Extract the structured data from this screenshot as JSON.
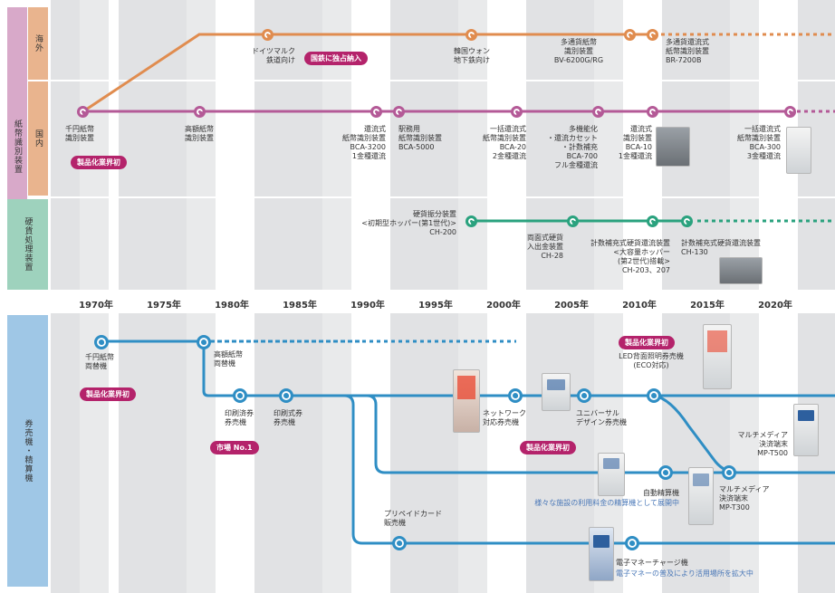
{
  "categories": {
    "banknote": "紙幣識別装置",
    "overseas": "海外",
    "domestic": "国内",
    "coin": "硬貨処理装置",
    "ticket": "券売機・精算機"
  },
  "years": [
    "1970年",
    "1975年",
    "1980年",
    "1985年",
    "1990年",
    "1995年",
    "2000年",
    "2005年",
    "2010年",
    "2015年",
    "2020年"
  ],
  "overseas_items": {
    "dm": [
      "ドイツマルク",
      "鉄道向け"
    ],
    "dm_badge": "国鉄に独占納入",
    "won": [
      "韓国ウォン",
      "地下鉄向け"
    ],
    "bv": [
      "多通貨紙幣",
      "識別装置",
      "BV-6200G/RG"
    ],
    "br": [
      "多通貨還流式",
      "紙幣識別装置",
      "BR-7200B"
    ]
  },
  "domestic_items": {
    "n1000": [
      "千円紙幣",
      "識別装置"
    ],
    "n1000_badge": "製品化業界初",
    "high": [
      "高額紙幣",
      "識別装置"
    ],
    "bca3200": [
      "還流式",
      "紙幣識別装置",
      "BCA-3200",
      "1金種還流"
    ],
    "bca5000": [
      "駅務用",
      "紙幣識別装置",
      "BCA-5000"
    ],
    "bca20": [
      "一括還流式",
      "紙幣識別装置",
      "BCA-20",
      "2金種還流"
    ],
    "bca700": [
      "多機能化",
      "・還流カセット",
      "・計数補充",
      "BCA-700",
      "フル金種還流"
    ],
    "bca10": [
      "還流式",
      "識別装置",
      "BCA-10",
      "1金種還流"
    ],
    "bca300": [
      "一括還流式",
      "紙幣識別装置",
      "BCA-300",
      "3金種還流"
    ]
  },
  "coin_items": {
    "ch200": [
      "硬貨振分装置",
      "<初期型ホッパー(第1世代)>",
      "CH-200"
    ],
    "ch28": [
      "両面式硬貨",
      "入出金装置",
      "CH-28"
    ],
    "ch203": [
      "計数補充式硬貨還流装置",
      "<大容量ホッパー",
      "(第2世代)搭載>",
      "CH-203、207"
    ],
    "ch130": [
      "計数補充式硬貨還流装置",
      "CH-130"
    ]
  },
  "ticket_items": {
    "changer": [
      "千円紙幣",
      "両替機"
    ],
    "changer_badge": "製品化業界初",
    "high_changer": [
      "高額紙幣",
      "両替機"
    ],
    "printed": [
      "印刷済券",
      "券売機"
    ],
    "printed_badge": "市場 No.1",
    "print_type": [
      "印刷式券",
      "券売機"
    ],
    "network": [
      "ネットワーク",
      "対応券売機"
    ],
    "universal": [
      "ユニバーサル",
      "デザイン券売機"
    ],
    "universal_badge": "製品化業界初",
    "led": [
      "LED背面照明券売機",
      "(ECO対応)"
    ],
    "led_badge": "製品化業界初",
    "mp500": [
      "マルチメディア",
      "決済端末",
      "MP-T500"
    ],
    "auto_pay": "自動精算機",
    "auto_pay_note": "様々な施設の利用料金の精算機として展開中",
    "mp300": [
      "マルチメディア",
      "決済端末",
      "MP-T300"
    ],
    "prepaid": [
      "プリペイドカード",
      "販売機"
    ],
    "emoney": "電子マネーチャージ機",
    "emoney_note": "電子マネーの普及により活用場所を拡大中"
  },
  "colors": {
    "overseas": "#e08c4f",
    "domestic": "#b45a97",
    "coin": "#2aa27e",
    "ticket": "#2f8ec4",
    "badge": "#c21d6d",
    "note": "#4a78b8"
  }
}
